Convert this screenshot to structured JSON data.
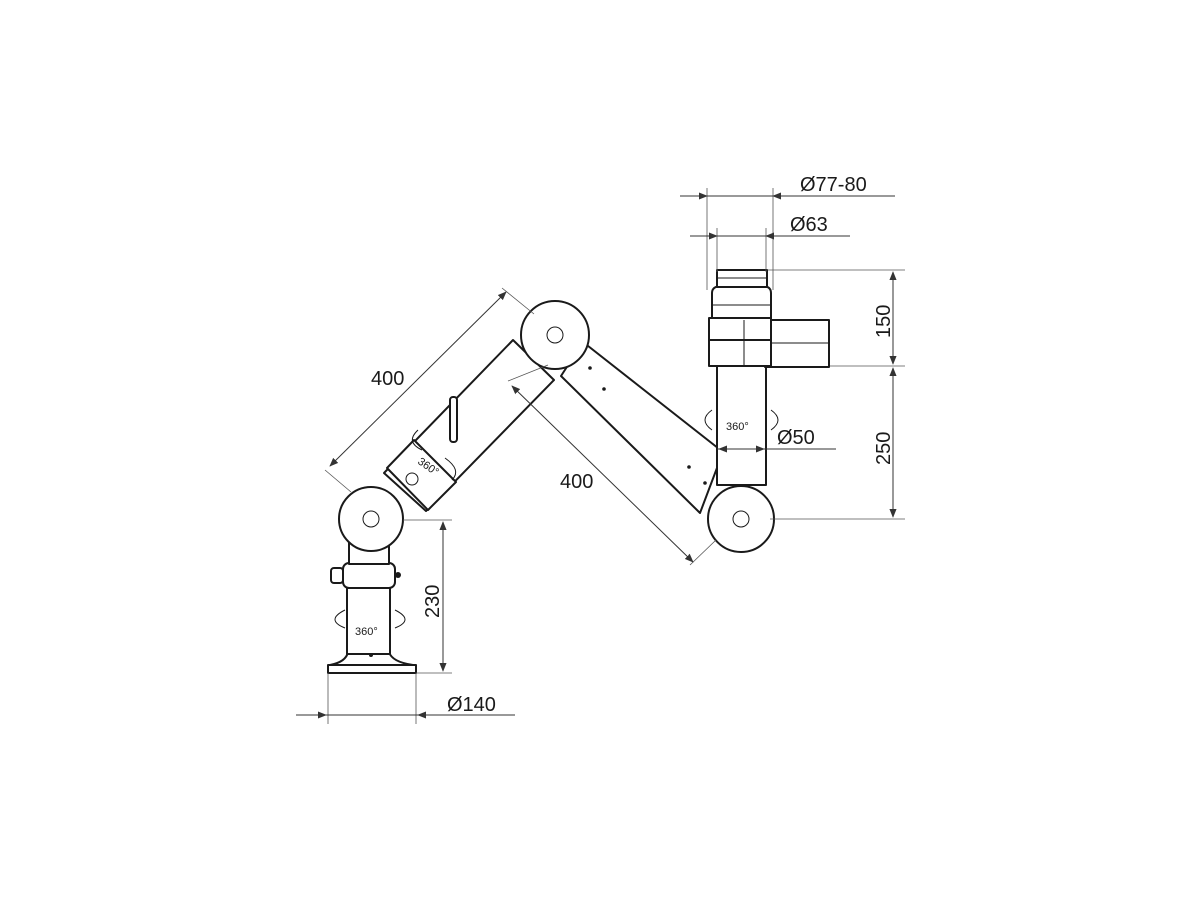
{
  "dimensions": {
    "outer_diameter": "Ø77-80",
    "inner_diameter": "Ø63",
    "top_height": "150",
    "tube_diameter": "Ø50",
    "upper_height": "250",
    "upper_arm_length": "400",
    "lower_arm_length": "400",
    "base_height": "230",
    "base_diameter": "Ø140"
  },
  "rotation": {
    "upper": "360°",
    "lower_arm": "360°",
    "base": "360°"
  },
  "colors": {
    "line": "#1a1a1a"
  }
}
